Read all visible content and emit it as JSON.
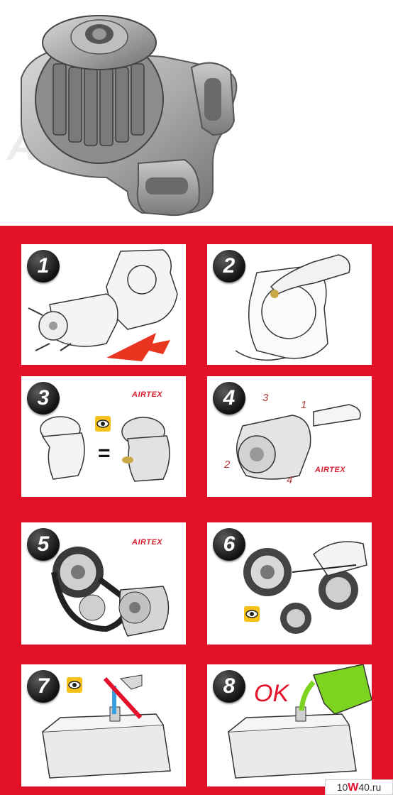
{
  "steps": [
    {
      "number": "1"
    },
    {
      "number": "2"
    },
    {
      "number": "3",
      "brand": "AIRTEX",
      "equals": "="
    },
    {
      "number": "4",
      "brand": "AIRTEX",
      "tighten_order": [
        "3",
        "1",
        "2",
        "4"
      ]
    },
    {
      "number": "5",
      "brand": "AIRTEX"
    },
    {
      "number": "6"
    },
    {
      "number": "7"
    },
    {
      "number": "8",
      "ok_label": "OK"
    }
  ],
  "watermark": {
    "prefix": "10",
    "mid": "W",
    "suffix": "40.ru"
  },
  "colors": {
    "background": "#e3122a",
    "panel": "#ffffff",
    "warning_badge": "#f6c21a",
    "coolant": "#7dd420",
    "water": "#3aa0e0"
  },
  "icons": [
    "water-pump-image",
    "arrow-icon",
    "eye-warning-icon",
    "no-water-icon",
    "coolant-bottle-icon"
  ]
}
